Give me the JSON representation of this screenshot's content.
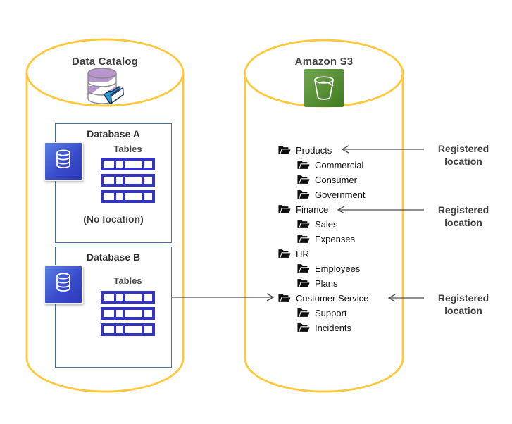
{
  "data_catalog": {
    "title": "Data Catalog",
    "database_a": {
      "title": "Database A",
      "tables_label": "Tables",
      "note": "(No location)"
    },
    "database_b": {
      "title": "Database B",
      "tables_label": "Tables"
    }
  },
  "s3": {
    "title": "Amazon S3",
    "folders": [
      {
        "label": "Products",
        "level": 0
      },
      {
        "label": "Commercial",
        "level": 1
      },
      {
        "label": "Consumer",
        "level": 1
      },
      {
        "label": "Government",
        "level": 1
      },
      {
        "label": "Finance",
        "level": 0
      },
      {
        "label": "Sales",
        "level": 1
      },
      {
        "label": "Expenses",
        "level": 1
      },
      {
        "label": "HR",
        "level": 0
      },
      {
        "label": "Employees",
        "level": 1
      },
      {
        "label": "Plans",
        "level": 1
      },
      {
        "label": "Customer Service",
        "level": 0
      },
      {
        "label": "Support",
        "level": 1
      },
      {
        "label": "Incidents",
        "level": 1
      }
    ]
  },
  "annotations": {
    "registered_location": "Registered location"
  },
  "icons": {
    "data_catalog": "database-with-folder-icon",
    "s3": "s3-bucket-icon",
    "database": "database-cylinder-icon",
    "folder": "open-folder-icon"
  },
  "colors": {
    "cylinder": "#FFC83A",
    "table_border": "#3333C4",
    "box_border": "#41719C",
    "arrow": "#4D4D4D",
    "text": "#3F3F3F",
    "s3_green_light": "#71A550",
    "s3_green_dark": "#3F7C1D",
    "db_blue_light": "#5A80E2",
    "db_blue_dark": "#2B39BB",
    "catalog_purple": "#B795CE",
    "folder_blue": "#2795D6"
  }
}
